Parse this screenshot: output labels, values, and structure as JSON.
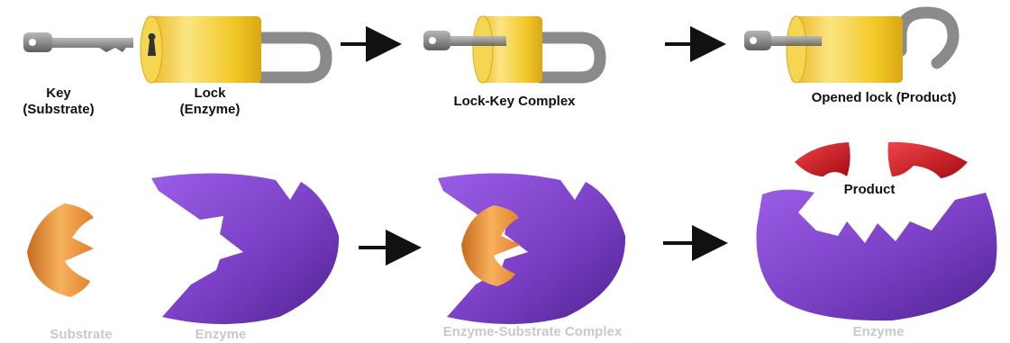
{
  "top_row": {
    "key_label": "Key",
    "substrate_paren_label": "(Substrate)",
    "lock_label": "Lock",
    "enzyme_paren_label": "(Enzyme)",
    "complex_label": "Lock-Key Complex",
    "product_label": "Opened lock (Product)"
  },
  "bottom_row": {
    "substrate_label": "Substrate",
    "enzyme_label": "Enzyme",
    "complex_label": "Enzyme-Substrate Complex",
    "product_label": "Product",
    "enzyme_final_label": "Enzyme"
  },
  "colors": {
    "lock_body": "#f2c928",
    "shackle": "#9a9a9a",
    "key": "#8d8d8d",
    "enzyme": "#7a3fc4",
    "substrate": "#f0973a",
    "product": "#d0181c",
    "arrow": "#111111"
  }
}
